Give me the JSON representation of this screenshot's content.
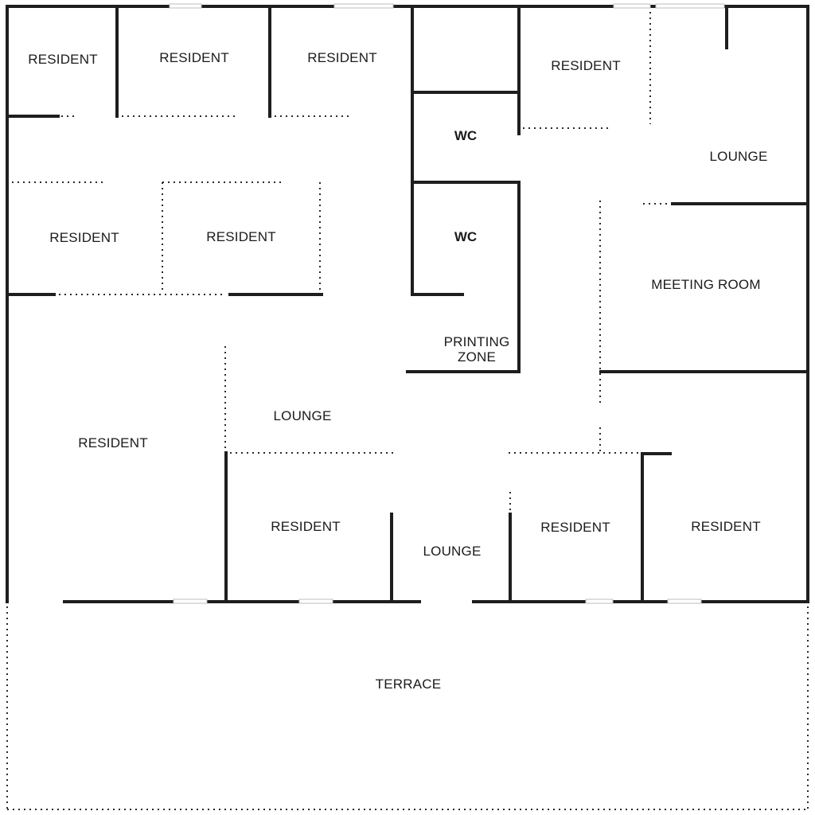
{
  "rooms": {
    "resident_1": "RESIDENT",
    "resident_2": "RESIDENT",
    "resident_3": "RESIDENT",
    "resident_4": "RESIDENT",
    "resident_5": "RESIDENT",
    "resident_6": "RESIDENT",
    "resident_7": "RESIDENT",
    "resident_8": "RESIDENT",
    "resident_9": "RESIDENT",
    "resident_10": "RESIDENT",
    "wc_1": "WC",
    "wc_2": "WC",
    "lounge_1": "LOUNGE",
    "lounge_2": "LOUNGE",
    "lounge_3": "LOUNGE",
    "meeting_room": "MEETING ROOM",
    "printing_zone_line1": "PRINTING",
    "printing_zone_line2": "ZONE",
    "terrace": "TERRACE"
  }
}
